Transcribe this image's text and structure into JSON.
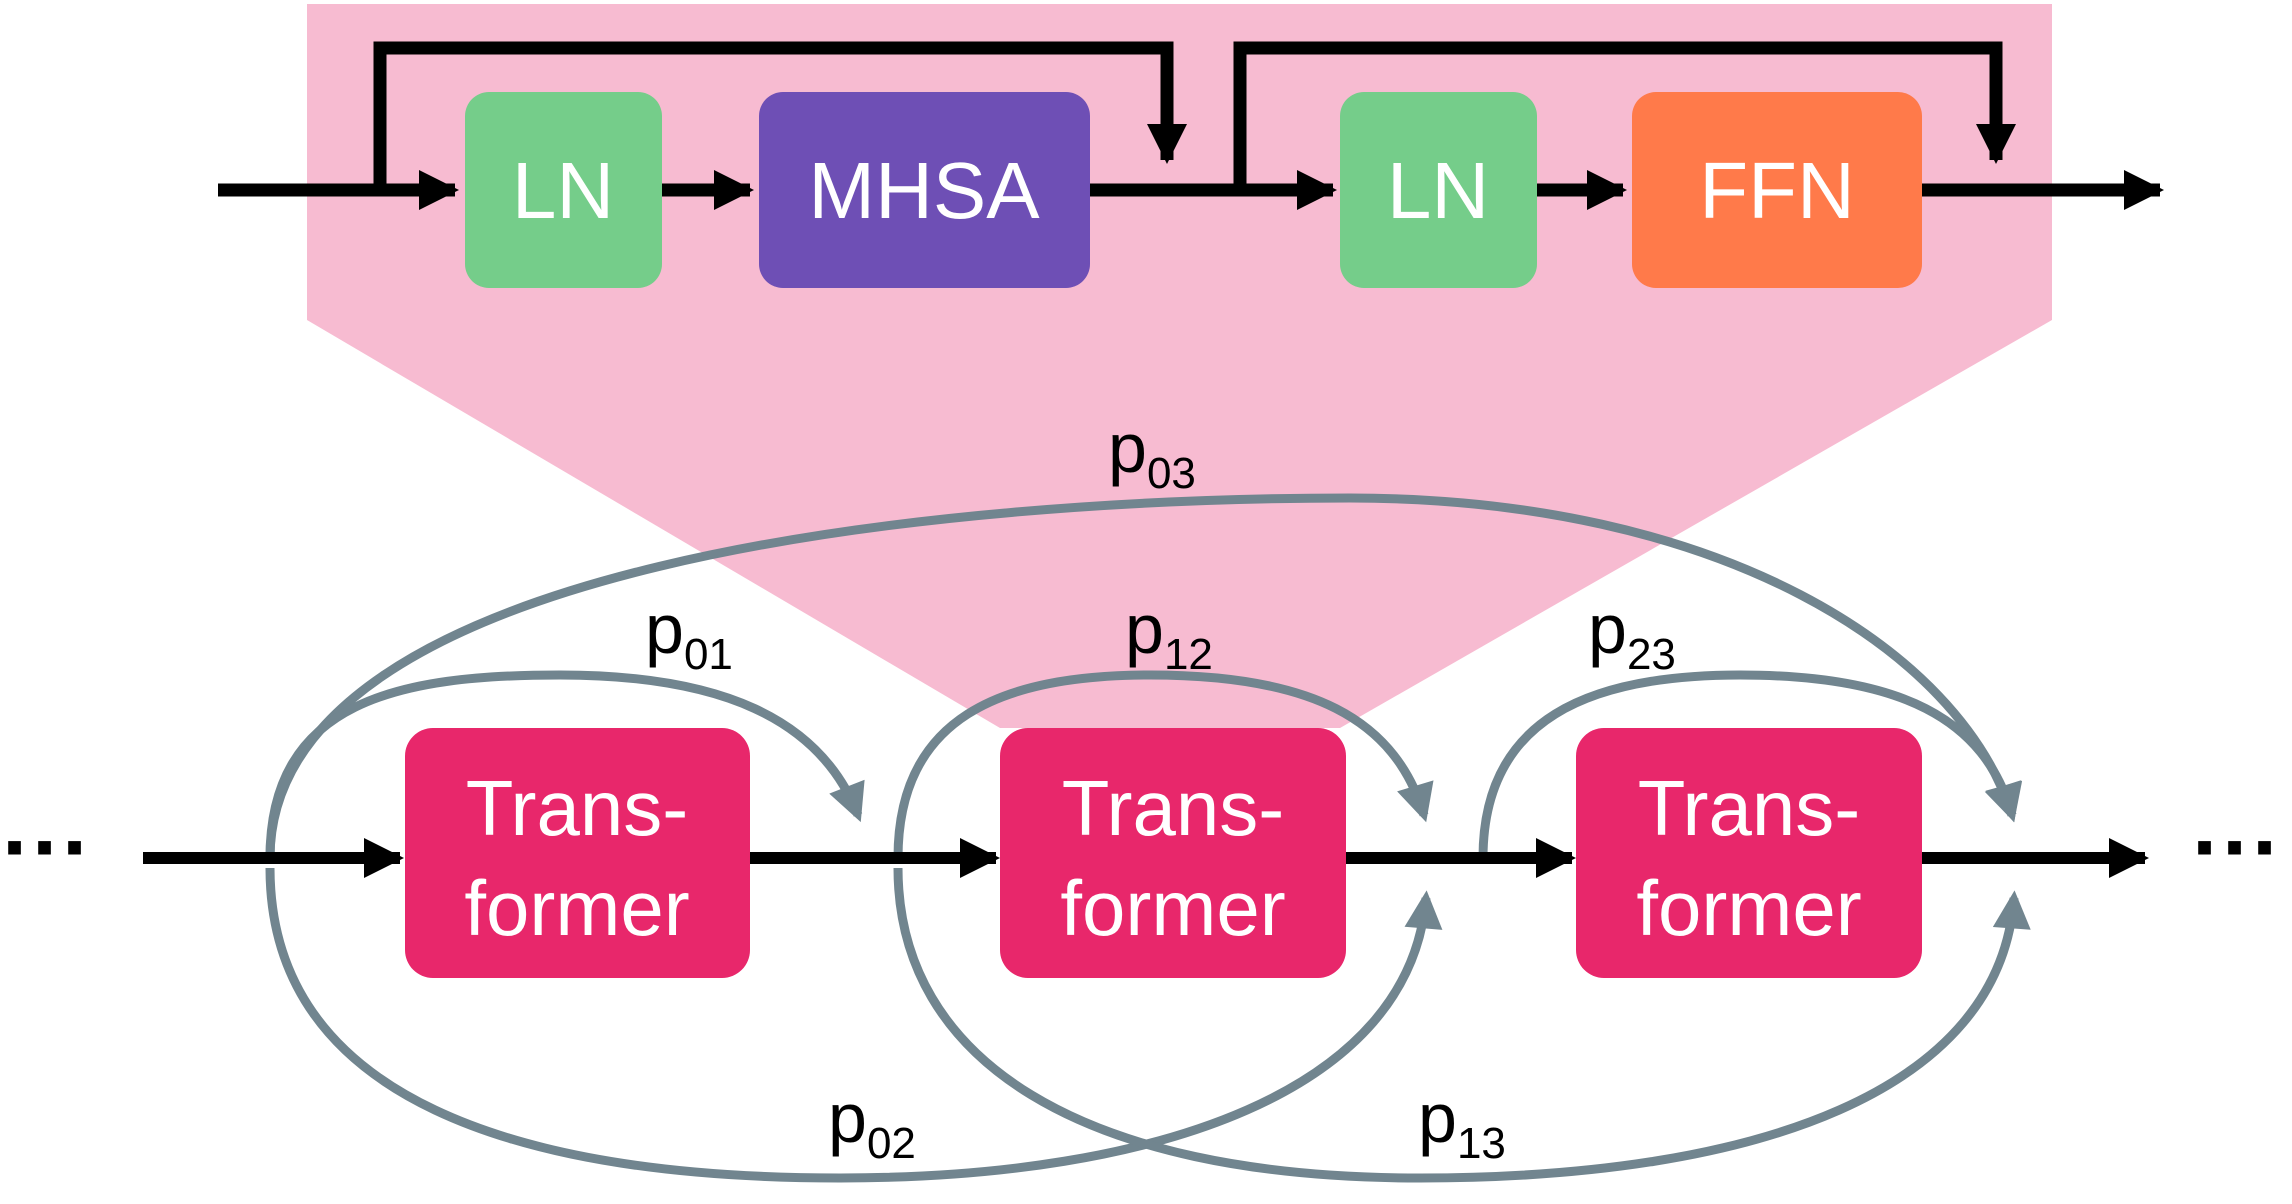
{
  "colors": {
    "zoom_bg": "#f7bbd1",
    "ln": "#75cd8a",
    "mhsa": "#6e4fb5",
    "ffn": "#ff7a4a",
    "transformer": "#e8276b",
    "skip_arrow": "#71858f",
    "main_arrow": "#000000"
  },
  "block": {
    "ln1": "LN",
    "mhsa": "MHSA",
    "ln2": "LN",
    "ffn": "FFN"
  },
  "chain": {
    "left_dots": "···",
    "right_dots": "···",
    "transformers": [
      {
        "line1": "Trans-",
        "line2": "former"
      },
      {
        "line1": "Trans-",
        "line2": "former"
      },
      {
        "line1": "Trans-",
        "line2": "former"
      }
    ]
  },
  "paths": [
    {
      "base": "p",
      "sub": "01"
    },
    {
      "base": "p",
      "sub": "12"
    },
    {
      "base": "p",
      "sub": "23"
    },
    {
      "base": "p",
      "sub": "02"
    },
    {
      "base": "p",
      "sub": "13"
    },
    {
      "base": "p",
      "sub": "03"
    }
  ]
}
